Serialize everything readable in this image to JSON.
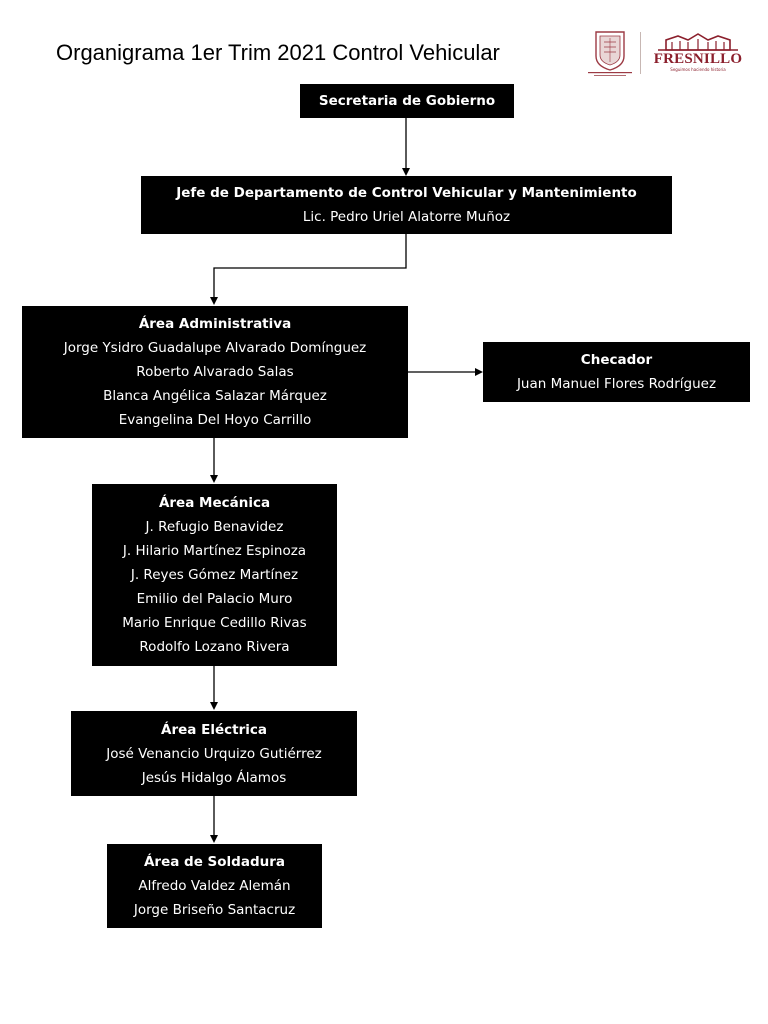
{
  "page": {
    "title": "Organigrama 1er Trim 2021 Control Vehicular"
  },
  "logos": {
    "seal_icon": "municipal-seal",
    "fresnillo_word": "FRESNILLO",
    "fresnillo_tag": "Seguimos haciendo historia",
    "brand_color": "#8b1f2c"
  },
  "org": {
    "secretaria": {
      "heading": "Secretaria de Gobierno"
    },
    "jefe": {
      "heading": "Jefe de Departamento de Control Vehicular y Mantenimiento",
      "members": [
        "Lic. Pedro Uriel Alatorre Muñoz"
      ]
    },
    "administrativa": {
      "heading": "Área Administrativa",
      "members": [
        "Jorge Ysidro Guadalupe Alvarado Domínguez",
        "Roberto Alvarado Salas",
        "Blanca Angélica Salazar Márquez",
        "Evangelina Del Hoyo Carrillo"
      ]
    },
    "checador": {
      "heading": "Checador",
      "members": [
        "Juan Manuel Flores Rodríguez"
      ]
    },
    "mecanica": {
      "heading": "Área Mecánica",
      "members": [
        "J. Refugio Benavidez",
        "J. Hilario Martínez Espinoza",
        "J. Reyes Gómez Martínez",
        "Emilio del Palacio Muro",
        "Mario Enrique Cedillo Rivas",
        "Rodolfo Lozano Rivera"
      ]
    },
    "electrica": {
      "heading": "Área Eléctrica",
      "members": [
        "José Venancio Urquizo Gutiérrez",
        "Jesús Hidalgo Álamos"
      ]
    },
    "soldadura": {
      "heading": "Área de Soldadura",
      "members": [
        "Alfredo Valdez Alemán",
        "Jorge Briseño Santacruz"
      ]
    }
  }
}
